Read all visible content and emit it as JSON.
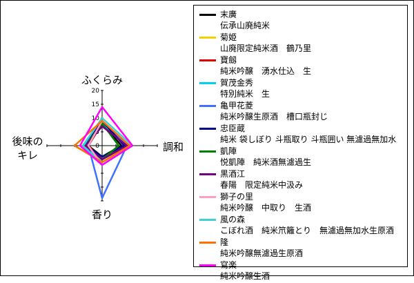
{
  "chart_data": {
    "type": "radar",
    "axes": [
      "ふくらみ",
      "調和",
      "香り",
      "後味のキレ"
    ],
    "axis_display": {
      "top": "ふくらみ",
      "right": "調和",
      "bottom": "香り",
      "left_line1": "後味の",
      "left_line2": "キレ"
    },
    "range": [
      0,
      20
    ],
    "ticks": [
      "5",
      "10",
      "15",
      "20"
    ],
    "series": [
      {
        "name": "末廣",
        "sub": "伝承山廃純米",
        "color": "#000000",
        "values": [
          8,
          7,
          4,
          5
        ]
      },
      {
        "name": "菊姫",
        "sub": "山廃限定純米酒　鶴乃里",
        "color": "#f5d000",
        "values": [
          9,
          8,
          5,
          6
        ]
      },
      {
        "name": "寶劔",
        "sub": "純米吟醸　湧水仕込　生",
        "color": "#e00000",
        "values": [
          8,
          9,
          5,
          5
        ]
      },
      {
        "name": "賀茂金秀",
        "sub": "特別純米　生",
        "color": "#00d0f0",
        "values": [
          8,
          10,
          6,
          7
        ]
      },
      {
        "name": "亀甲花菱",
        "sub": "純米吟醸生原酒　槽口瓶封じ",
        "color": "#4070ff",
        "values": [
          9,
          9,
          19,
          5
        ]
      },
      {
        "name": "忠臣蔵",
        "sub": "純米 袋しぼり 斗瓶取り 斗瓶囲い 無濾過無加水",
        "color": "#000090",
        "values": [
          9,
          8,
          4,
          6
        ]
      },
      {
        "name": "凱陣",
        "sub": "悦凱陣　純米酒無濾過生",
        "color": "#008000",
        "values": [
          8,
          6,
          5,
          6
        ]
      },
      {
        "name": "黒酒江",
        "sub": "春陽　限定純米中汲み",
        "color": "#700080",
        "values": [
          7,
          9,
          5,
          6
        ]
      },
      {
        "name": "獅子の里",
        "sub": "純米吟醸　中取り　生酒",
        "color": "#ffa0c0",
        "values": [
          9,
          10,
          7,
          5
        ]
      },
      {
        "name": "風の森",
        "sub": "こぼれ酒　純米笊籬とり　無濾過無加水生原酒",
        "color": "#40d0d0",
        "values": [
          10,
          11,
          7,
          7
        ]
      },
      {
        "name": "隆",
        "sub": "純米吟醸無濾過生原酒",
        "color": "#ff7000",
        "values": [
          9,
          10,
          6,
          10
        ]
      },
      {
        "name": "寫楽",
        "sub": "純米吟醸生酒",
        "color": "#ff00ff",
        "values": [
          14,
          11,
          7,
          8
        ]
      }
    ]
  }
}
